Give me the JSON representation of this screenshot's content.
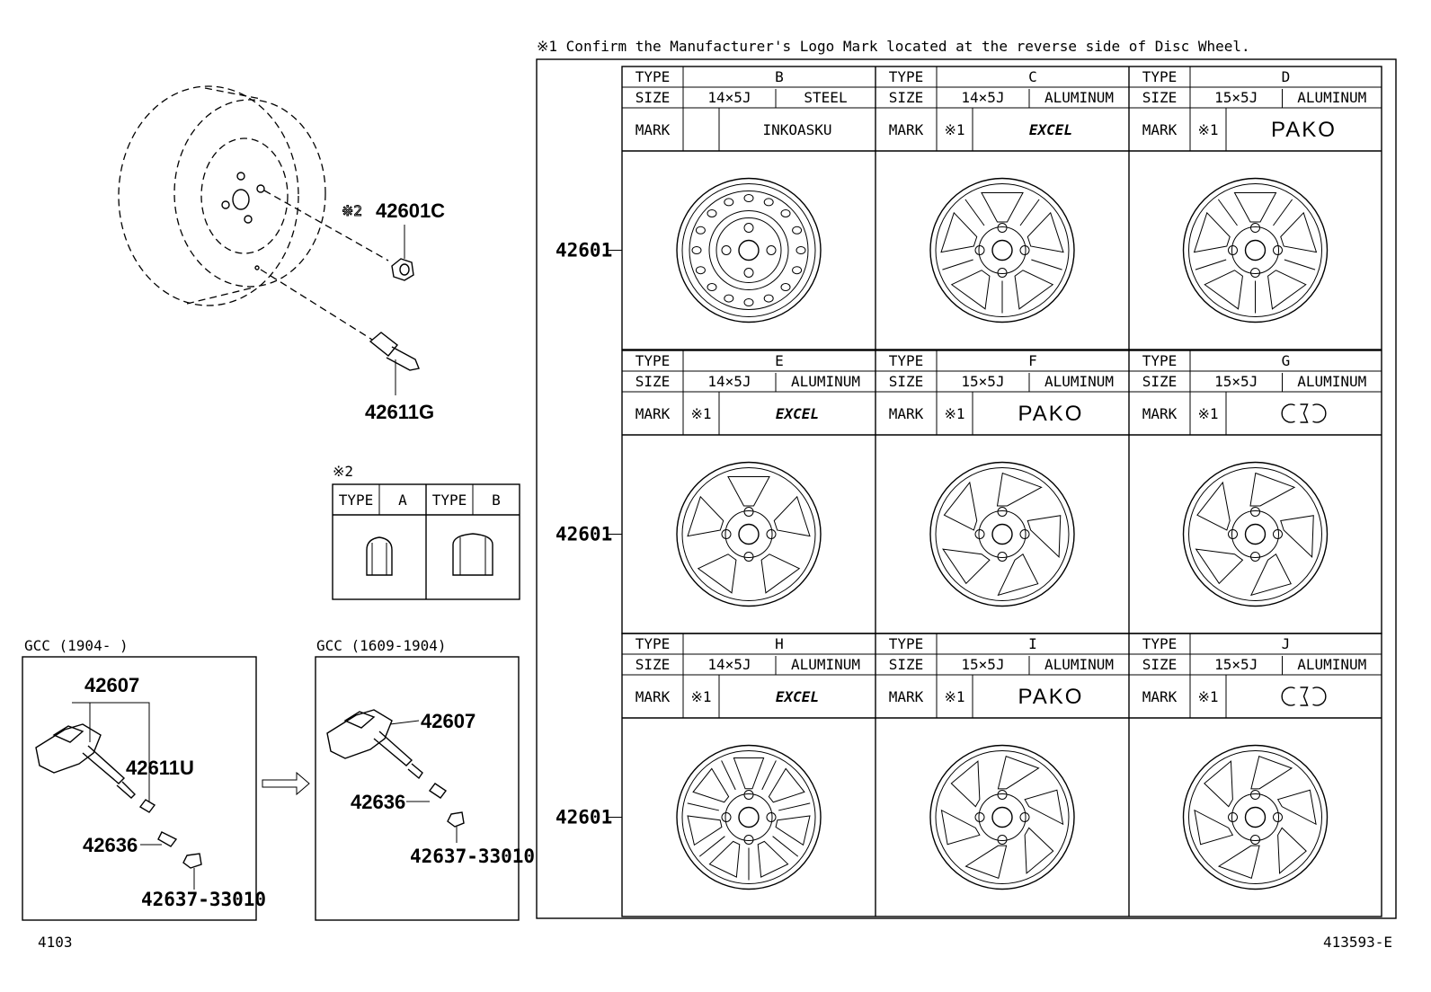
{
  "footnote1": "※1  Confirm the Manufacturer's Logo Mark located at the reverse side of Disc Wheel.",
  "parts": {
    "nut_ref": "※2",
    "nut": "42601C",
    "valve": "42611G",
    "wheel": "42601",
    "sensor": "42607",
    "valve_u": "42611U",
    "grommet": "42636",
    "cap": "42637-33010"
  },
  "nut_table": {
    "ref": "※2",
    "type_label": "TYPE",
    "types": [
      "A",
      "B"
    ]
  },
  "gcc_new": {
    "title": "GCC (1904-     )"
  },
  "gcc_old": {
    "title": "GCC (1609-1904)"
  },
  "footer": {
    "left": "4103",
    "right": "413593-E"
  },
  "wheel_table": {
    "labels": {
      "type": "TYPE",
      "size": "SIZE",
      "mark": "MARK"
    },
    "rows": [
      [
        {
          "type": "B",
          "size": "14×5J",
          "material": "STEEL",
          "mark_ref": "",
          "mark": "INKOASKU",
          "mark_kind": "text-small",
          "design": "steel"
        },
        {
          "type": "C",
          "size": "14×5J",
          "material": "ALUMINUM",
          "mark_ref": "※1",
          "mark": "EXCEL",
          "mark_kind": "excel-logo",
          "design": "split-spoke"
        },
        {
          "type": "D",
          "size": "15×5J",
          "material": "ALUMINUM",
          "mark_ref": "※1",
          "mark": "PAKO",
          "mark_kind": "text-large",
          "design": "twin-spoke"
        }
      ],
      [
        {
          "type": "E",
          "size": "14×5J",
          "material": "ALUMINUM",
          "mark_ref": "※1",
          "mark": "EXCEL",
          "mark_kind": "excel-logo",
          "design": "five-window"
        },
        {
          "type": "F",
          "size": "15×5J",
          "material": "ALUMINUM",
          "mark_ref": "※1",
          "mark": "PAKO",
          "mark_kind": "text-large",
          "design": "swirl"
        },
        {
          "type": "G",
          "size": "15×5J",
          "material": "ALUMINUM",
          "mark_ref": "※1",
          "mark": "CID",
          "mark_kind": "cid-logo",
          "design": "swirl"
        }
      ],
      [
        {
          "type": "H",
          "size": "14×5J",
          "material": "ALUMINUM",
          "mark_ref": "※1",
          "mark": "EXCEL",
          "mark_kind": "excel-logo",
          "design": "star"
        },
        {
          "type": "I",
          "size": "15×5J",
          "material": "ALUMINUM",
          "mark_ref": "※1",
          "mark": "PAKO",
          "mark_kind": "text-large",
          "design": "turbine"
        },
        {
          "type": "J",
          "size": "15×5J",
          "material": "ALUMINUM",
          "mark_ref": "※1",
          "mark": "CID",
          "mark_kind": "cid-logo",
          "design": "turbine"
        }
      ]
    ]
  }
}
